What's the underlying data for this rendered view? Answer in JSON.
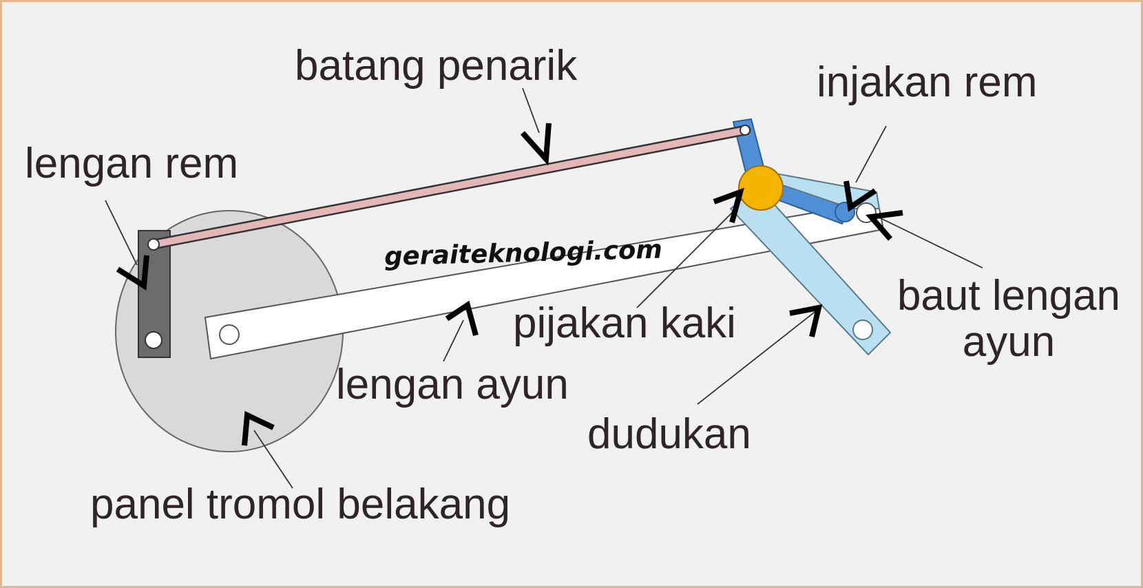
{
  "watermark": "geraiteknologi.com",
  "labels": {
    "batang_penarik": "batang penarik",
    "injakan_rem": "injakan rem",
    "lengan_rem": "lengan rem",
    "pijakan_kaki": "pijakan kaki",
    "baut_lengan_ayun_line1": "baut lengan",
    "baut_lengan_ayun_line2": "ayun",
    "lengan_ayun": "lengan ayun",
    "dudukan": "dudukan",
    "panel_tromol_belakang": "panel tromol belakang"
  },
  "colors": {
    "drum_fill": "#d9d9d9",
    "brake_arm": "#6b6b6b",
    "pull_rod": "#e3b7b7",
    "swing_arm": "#ffffff",
    "pedal_blue": "#4f8fd6",
    "mount_light_blue": "#b9dff0",
    "pivot_yellow": "#f4b400",
    "background": "#f1f1f1"
  }
}
